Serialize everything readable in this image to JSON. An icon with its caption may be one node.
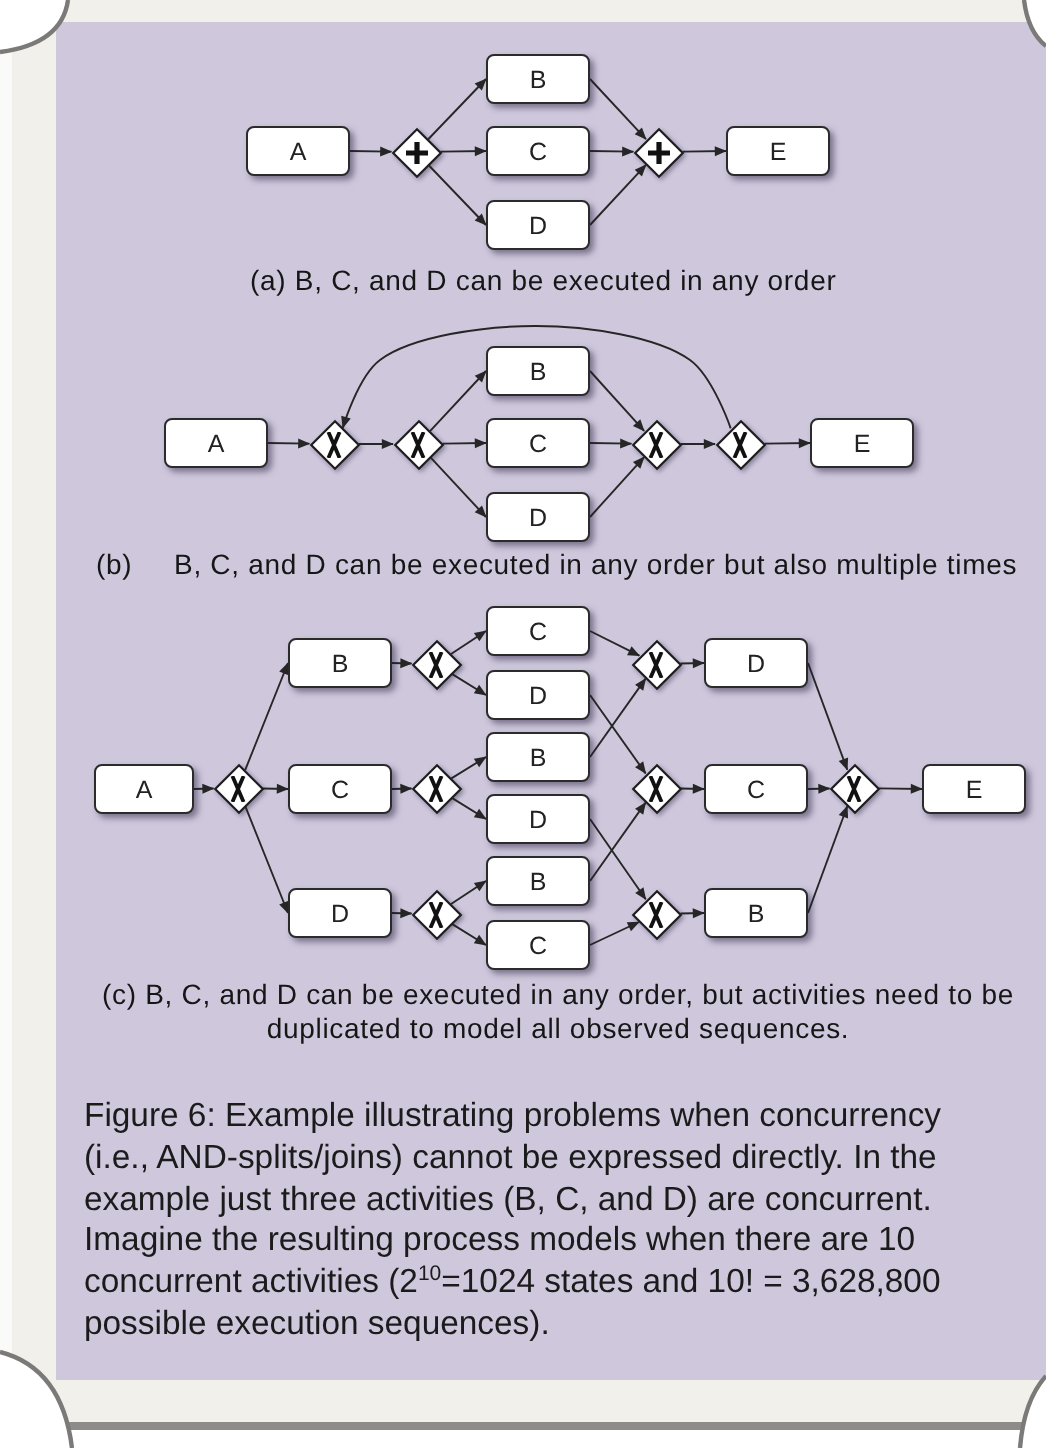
{
  "diagram": {
    "caption": "Figure 6: Example illustrating problems when concurrency (i.e., AND-splits/joins) cannot be expressed directly. In the example just three activities (B, C, and D) are concurrent. Imagine the resulting process models when there are 10 concurrent activities (2$^{10}$=1024 states and 10! = 3,628,800 possible execution sequences).",
    "nodes": [
      {
        "text": [
          "A"
        ]
      },
      {
        "text": [],
        "shape": "diamond"
      },
      {
        "text": [
          "B"
        ]
      },
      {
        "text": [
          "C"
        ]
      },
      {
        "text": [
          "D"
        ]
      },
      {
        "text": [],
        "shape": "diamond"
      },
      {
        "text": [
          "E"
        ]
      },
      {
        "text": [
          "A"
        ]
      },
      {
        "text": [],
        "shape": "diamond"
      },
      {
        "text": [],
        "shape": "diamond"
      },
      {
        "text": [
          "B"
        ]
      },
      {
        "text": [
          "C"
        ]
      },
      {
        "text": [
          "D"
        ]
      },
      {
        "text": [],
        "shape": "diamond"
      },
      {
        "text": [],
        "shape": "diamond"
      },
      {
        "text": [
          "E"
        ]
      },
      {
        "text": [
          "A"
        ]
      },
      {
        "text": [],
        "shape": "diamond"
      },
      {
        "text": [
          "B"
        ]
      },
      {
        "text": [
          "C"
        ]
      },
      {
        "text": [
          "D"
        ]
      },
      {
        "text": [],
        "shape": "diamond"
      },
      {
        "text": [],
        "shape": "diamond"
      },
      {
        "text": [],
        "shape": "diamond"
      },
      {
        "text": [
          "C"
        ]
      },
      {
        "text": [
          "D"
        ]
      },
      {
        "text": [
          "B"
        ]
      },
      {
        "text": [
          "D"
        ]
      },
      {
        "text": [
          "B"
        ]
      },
      {
        "text": [
          "C"
        ]
      },
      {
        "text": [],
        "shape": "diamond"
      },
      {
        "text": [],
        "shape": "diamond"
      },
      {
        "text": [],
        "shape": "diamond"
      },
      {
        "text": [
          "D"
        ]
      },
      {
        "text": [
          "C"
        ]
      },
      {
        "text": [
          "B"
        ]
      },
      {
        "text": [],
        "shape": "diamond"
      },
      {
        "text": [
          "E"
        ]
      }
    ],
    "edges": [
      {
        "from": 0,
        "to": 1,
        "arrow": "to"
      },
      {
        "from": 1,
        "to": 2,
        "arrow": "to"
      },
      {
        "from": 1,
        "to": 3,
        "arrow": "to"
      },
      {
        "from": 1,
        "to": 4,
        "arrow": "to"
      },
      {
        "from": 2,
        "to": 5,
        "arrow": "to"
      },
      {
        "from": 3,
        "to": 5,
        "arrow": "to"
      },
      {
        "from": 4,
        "to": 5,
        "arrow": "to"
      },
      {
        "from": 5,
        "to": 6,
        "arrow": "to"
      },
      {
        "from": 7,
        "to": 8,
        "arrow": "to"
      },
      {
        "from": 8,
        "to": 9,
        "arrow": "to"
      },
      {
        "from": 9,
        "to": 10,
        "arrow": "to"
      },
      {
        "from": 9,
        "to": 11,
        "arrow": "to"
      },
      {
        "from": 9,
        "to": 12,
        "arrow": "to"
      },
      {
        "from": 10,
        "to": 13,
        "arrow": "to"
      },
      {
        "from": 11,
        "to": 13,
        "arrow": "to"
      },
      {
        "from": 12,
        "to": 13,
        "arrow": "to"
      },
      {
        "from": 13,
        "to": 14,
        "arrow": "to"
      },
      {
        "from": 14,
        "to": 15,
        "arrow": "to"
      },
      {
        "from": 14,
        "to": 8,
        "arrow": "to"
      },
      {
        "from": 16,
        "to": 17,
        "arrow": "to"
      },
      {
        "from": 17,
        "to": 18,
        "arrow": "to"
      },
      {
        "from": 17,
        "to": 19,
        "arrow": "to"
      },
      {
        "from": 17,
        "to": 20,
        "arrow": "to"
      },
      {
        "from": 18,
        "to": 21,
        "arrow": "to"
      },
      {
        "from": 19,
        "to": 22,
        "arrow": "to"
      },
      {
        "from": 20,
        "to": 23,
        "arrow": "to"
      },
      {
        "from": 21,
        "to": 24,
        "arrow": "to"
      },
      {
        "from": 21,
        "to": 25,
        "arrow": "to"
      },
      {
        "from": 22,
        "to": 26,
        "arrow": "to"
      },
      {
        "from": 22,
        "to": 27,
        "arrow": "to"
      },
      {
        "from": 23,
        "to": 28,
        "arrow": "to"
      },
      {
        "from": 23,
        "to": 29,
        "arrow": "to"
      },
      {
        "from": 24,
        "to": 30,
        "arrow": "to"
      },
      {
        "from": 25,
        "to": 31,
        "arrow": "to"
      },
      {
        "from": 26,
        "to": 30,
        "arrow": "to"
      },
      {
        "from": 27,
        "to": 32,
        "arrow": "to"
      },
      {
        "from": 28,
        "to": 31,
        "arrow": "to"
      },
      {
        "from": 29,
        "to": 32,
        "arrow": "to"
      },
      {
        "from": 30,
        "to": 33,
        "arrow": "to"
      },
      {
        "from": 31,
        "to": 34,
        "arrow": "to"
      },
      {
        "from": 32,
        "to": 35,
        "arrow": "to"
      },
      {
        "from": 33,
        "to": 36,
        "arrow": "to"
      },
      {
        "from": 34,
        "to": 36,
        "arrow": "to"
      },
      {
        "from": 35,
        "to": 36,
        "arrow": "to"
      },
      {
        "from": 36,
        "to": 37,
        "arrow": "to"
      }
    ],
    "labels": [
      "(a) B, C, and D can be executed in any order",
      "(b)",
      "B, C, and D can be executed in any order but also multiple times",
      "(c) B, C, and D can be executed in any order, but activities need to be duplicated to model all observed sequences."
    ]
  }
}
